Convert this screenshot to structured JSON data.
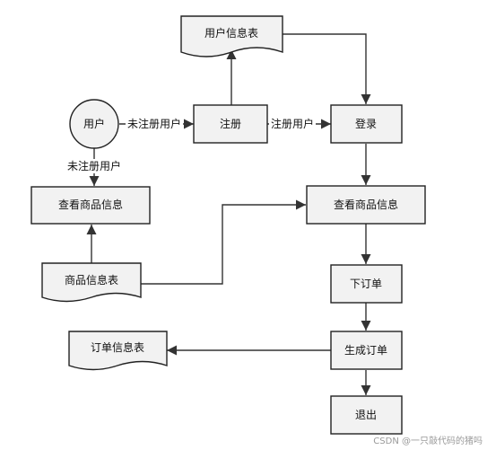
{
  "nodes": {
    "user": "用户",
    "user_info_table": "用户信息表",
    "register": "注册",
    "login": "登录",
    "view_goods_left": "查看商品信息",
    "view_goods_right": "查看商品信息",
    "goods_info_table": "商品信息表",
    "place_order": "下订单",
    "generate_order": "生成订单",
    "order_info_table": "订单信息表",
    "logout": "退出"
  },
  "edges": {
    "user_to_register": "未注册用户",
    "register_to_login": "注册用户",
    "user_to_view": "未注册用户"
  },
  "watermark": "CSDN @一只敲代码的猪吗"
}
